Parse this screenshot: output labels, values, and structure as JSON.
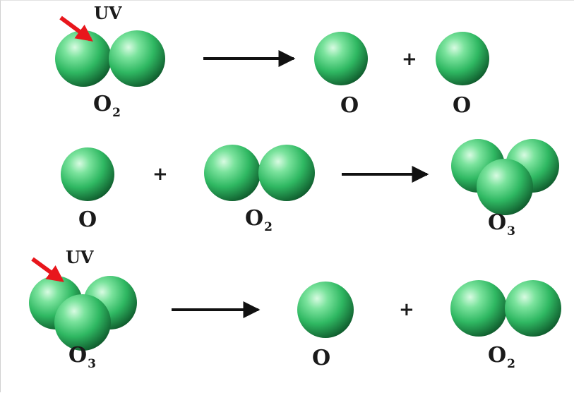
{
  "uv_label": "UV",
  "plus_sign": "+",
  "reactions": [
    {
      "reactant": {
        "label": "O",
        "subscript": "2"
      },
      "products": [
        {
          "label": "O",
          "subscript": ""
        },
        {
          "label": "O",
          "subscript": ""
        }
      ]
    },
    {
      "reactants": [
        {
          "label": "O",
          "subscript": ""
        },
        {
          "label": "O",
          "subscript": "2"
        }
      ],
      "product": {
        "label": "O",
        "subscript": "3"
      }
    },
    {
      "reactant": {
        "label": "O",
        "subscript": "3"
      },
      "products": [
        {
          "label": "O",
          "subscript": ""
        },
        {
          "label": "O",
          "subscript": "2"
        }
      ]
    }
  ],
  "colors": {
    "atom_light": "#b8f0c8",
    "atom_mid": "#3fc870",
    "atom_dark": "#0f5a2c",
    "arrow": "#111111",
    "uv_arrow": "#e8161c"
  }
}
